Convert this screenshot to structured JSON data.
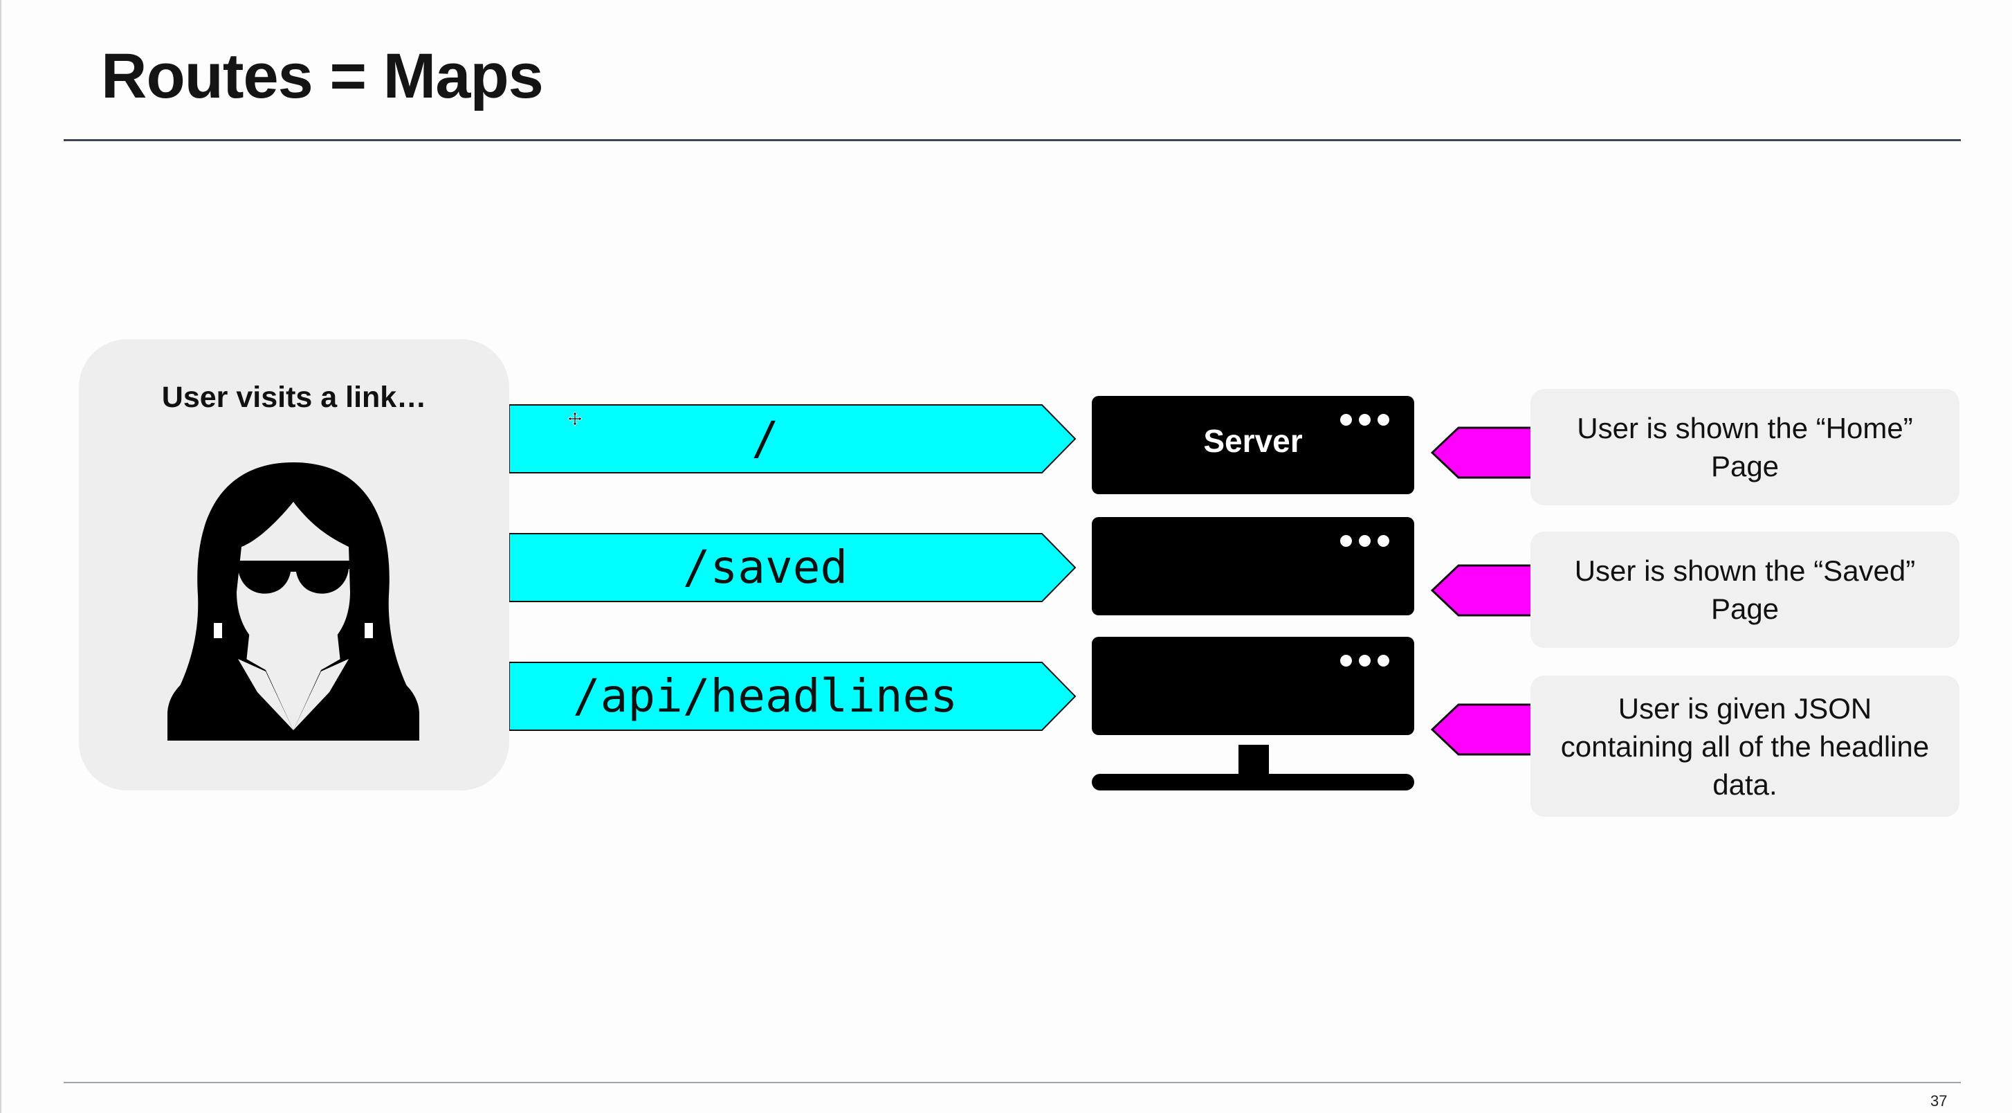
{
  "slide": {
    "title": "Routes = Maps",
    "page_number": "37"
  },
  "user": {
    "caption": "User visits a link…",
    "icon": "person-with-sunglasses-icon"
  },
  "routes": [
    {
      "path": "/"
    },
    {
      "path": "/saved"
    },
    {
      "path": "/api/headlines"
    }
  ],
  "server": {
    "label": "Server",
    "icon": "server-rack-icon"
  },
  "results": [
    {
      "text": "User is shown the “Home” Page"
    },
    {
      "text": "User is shown the “Saved” Page"
    },
    {
      "text": "User is given JSON containing all of the headline data."
    }
  ],
  "colors": {
    "route_arrow": "#00ffff",
    "response_arrow": "#ff00ff",
    "server": "#000000",
    "card_background": "#eeeeee"
  }
}
